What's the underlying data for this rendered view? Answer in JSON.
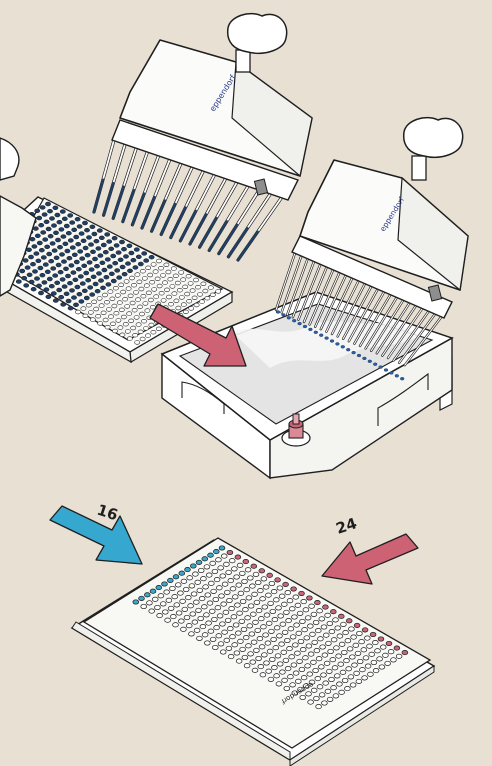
{
  "colors": {
    "background": "#e8e0d3",
    "outline": "#1f1f1f",
    "well_blue_dark": "#1e3f66",
    "well_blue_light": "#3aa6c9",
    "well_pink": "#c86678",
    "arrow_pink": "#cc6274",
    "arrow_blue": "#36a8cf",
    "device_fill": "#f7f7f4"
  },
  "icons": [
    "pipette-icon",
    "microplate-icon",
    "reservoir-icon",
    "arrow-icon"
  ],
  "brand": {
    "pipette_top": "eppendorf",
    "pipette_right": "eppendorf",
    "plate": "eppendorf"
  },
  "plate_bottom": {
    "rows_count_label": "16",
    "columns_count_label": "24"
  }
}
